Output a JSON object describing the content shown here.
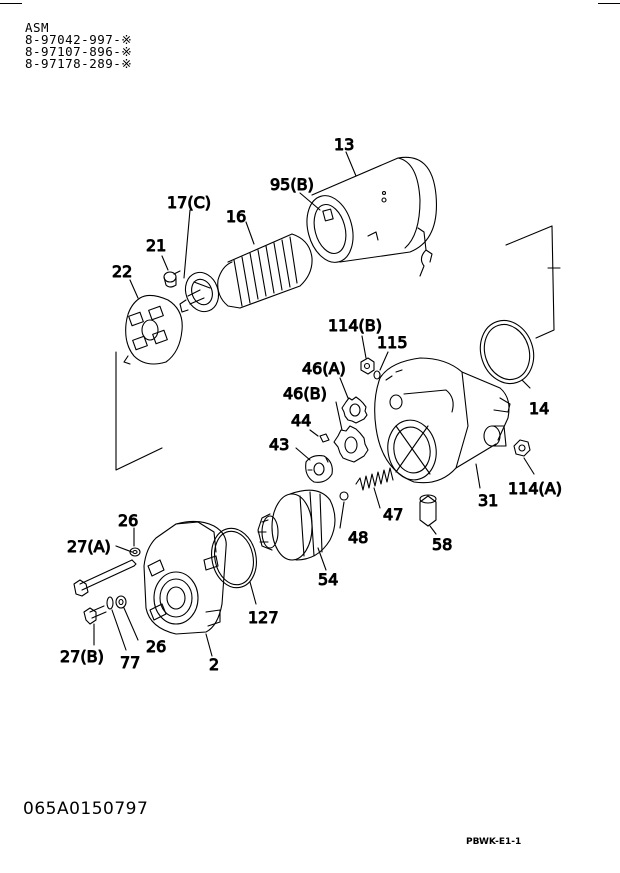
{
  "header": {
    "title": "ASM",
    "part_numbers": [
      "8-97042-997-※",
      "8-97107-896-※",
      "8-97178-289-※"
    ]
  },
  "callouts": {
    "c13": "13",
    "c95b": "95(B)",
    "c17c": "17(C)",
    "c16": "16",
    "c21": "21",
    "c22": "22",
    "c114b": "114(B)",
    "c115": "115",
    "c46a": "46(A)",
    "c46b": "46(B)",
    "c14": "14",
    "c44": "44",
    "c43": "43",
    "c114a": "114(A)",
    "c31": "31",
    "c47": "47",
    "c26a": "26",
    "c27a": "27(A)",
    "c48": "48",
    "c58": "58",
    "c54": "54",
    "c127": "127",
    "c26b": "26",
    "c27b": "27(B)",
    "c77": "77",
    "c2": "2"
  },
  "footer": {
    "drawing_number": "065A0150797",
    "page_code": "PBWK-E1-1"
  }
}
